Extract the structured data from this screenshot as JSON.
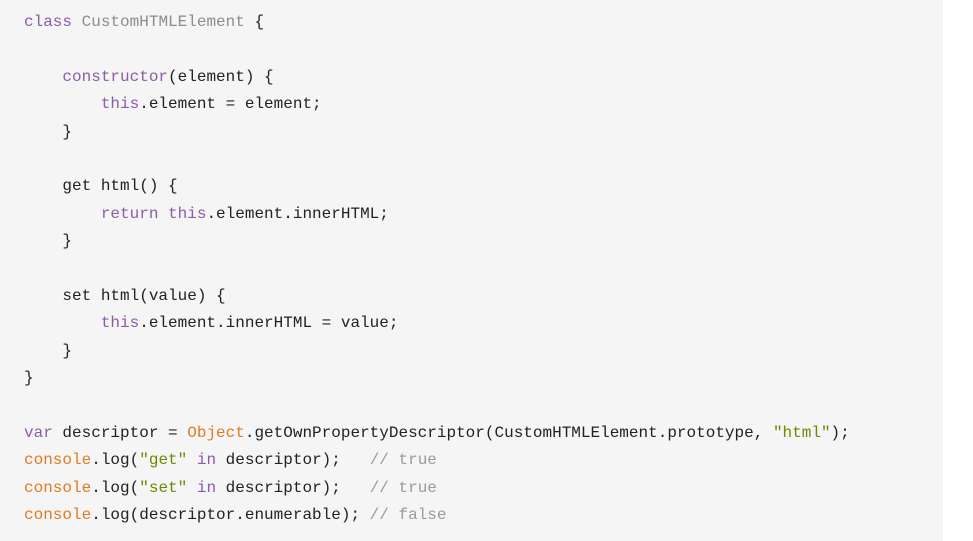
{
  "colors": {
    "background": "#f5f5f5",
    "keyword": "#8e5ba6",
    "classname": "#8c8c8c",
    "builtin": "#e07b22",
    "string": "#6a8a00",
    "comment": "#9a9a9a",
    "text": "#222222"
  },
  "code_lines": [
    [
      {
        "t": "keyword",
        "v": "class"
      },
      {
        "t": "plain",
        "v": " "
      },
      {
        "t": "classname",
        "v": "CustomHTMLElement"
      },
      {
        "t": "plain",
        "v": " {"
      }
    ],
    [],
    [
      {
        "t": "plain",
        "v": "    "
      },
      {
        "t": "keyword",
        "v": "constructor"
      },
      {
        "t": "plain",
        "v": "(element) {"
      }
    ],
    [
      {
        "t": "plain",
        "v": "        "
      },
      {
        "t": "keyword",
        "v": "this"
      },
      {
        "t": "plain",
        "v": ".element = element;"
      }
    ],
    [
      {
        "t": "plain",
        "v": "    }"
      }
    ],
    [],
    [
      {
        "t": "plain",
        "v": "    get html() {"
      }
    ],
    [
      {
        "t": "plain",
        "v": "        "
      },
      {
        "t": "keyword",
        "v": "return"
      },
      {
        "t": "plain",
        "v": " "
      },
      {
        "t": "keyword",
        "v": "this"
      },
      {
        "t": "plain",
        "v": ".element.innerHTML;"
      }
    ],
    [
      {
        "t": "plain",
        "v": "    }"
      }
    ],
    [],
    [
      {
        "t": "plain",
        "v": "    set html(value) {"
      }
    ],
    [
      {
        "t": "plain",
        "v": "        "
      },
      {
        "t": "keyword",
        "v": "this"
      },
      {
        "t": "plain",
        "v": ".element.innerHTML = value;"
      }
    ],
    [
      {
        "t": "plain",
        "v": "    }"
      }
    ],
    [
      {
        "t": "plain",
        "v": "}"
      }
    ],
    [],
    [
      {
        "t": "keyword",
        "v": "var"
      },
      {
        "t": "plain",
        "v": " descriptor = "
      },
      {
        "t": "builtin",
        "v": "Object"
      },
      {
        "t": "plain",
        "v": ".getOwnPropertyDescriptor(CustomHTMLElement.prototype, "
      },
      {
        "t": "string",
        "v": "\"html\""
      },
      {
        "t": "plain",
        "v": ");"
      }
    ],
    [
      {
        "t": "builtin",
        "v": "console"
      },
      {
        "t": "plain",
        "v": ".log("
      },
      {
        "t": "string",
        "v": "\"get\""
      },
      {
        "t": "plain",
        "v": " "
      },
      {
        "t": "keyword",
        "v": "in"
      },
      {
        "t": "plain",
        "v": " descriptor);   "
      },
      {
        "t": "comment",
        "v": "// true"
      }
    ],
    [
      {
        "t": "builtin",
        "v": "console"
      },
      {
        "t": "plain",
        "v": ".log("
      },
      {
        "t": "string",
        "v": "\"set\""
      },
      {
        "t": "plain",
        "v": " "
      },
      {
        "t": "keyword",
        "v": "in"
      },
      {
        "t": "plain",
        "v": " descriptor);   "
      },
      {
        "t": "comment",
        "v": "// true"
      }
    ],
    [
      {
        "t": "builtin",
        "v": "console"
      },
      {
        "t": "plain",
        "v": ".log(descriptor.enumerable); "
      },
      {
        "t": "comment",
        "v": "// false"
      }
    ]
  ]
}
